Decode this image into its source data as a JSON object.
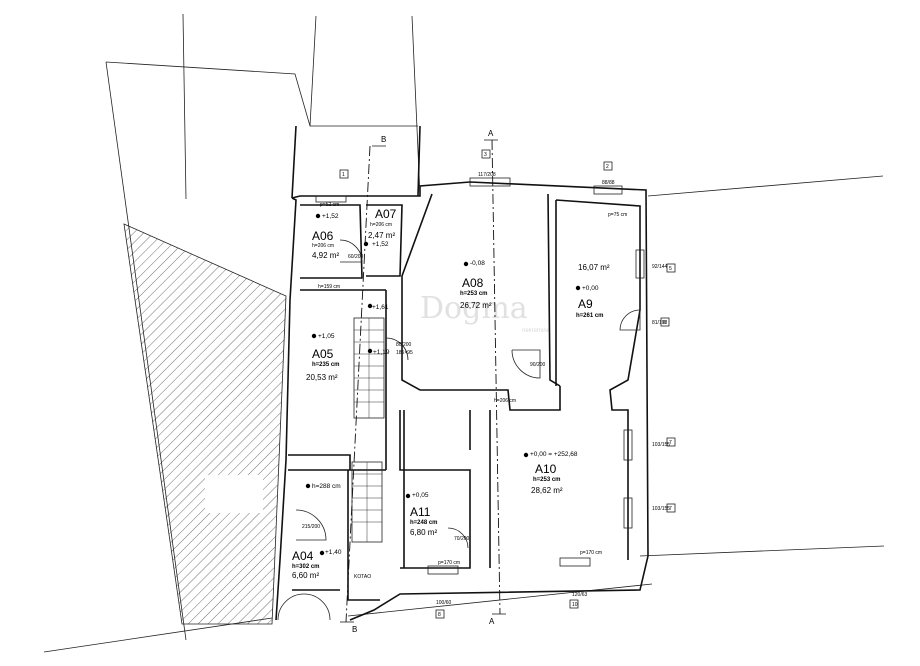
{
  "watermark": {
    "brand": "Dogma",
    "sub": "nekretnine"
  },
  "sections": {
    "a_top": "A",
    "a_bottom": "A",
    "b_top": "B",
    "b_bottom": "B"
  },
  "rooms": [
    {
      "code": "A04",
      "height": "h=302 cm",
      "area": "6,60 m²",
      "level": "+1,40"
    },
    {
      "code": "A05",
      "height": "h=235 cm",
      "area": "20,53 m²",
      "level": "+1,05"
    },
    {
      "code": "A06",
      "height": "h=206 cm",
      "area": "4,92 m²",
      "level": "+1,52"
    },
    {
      "code": "A07",
      "height": "h=206 cm",
      "area": "2,47 m²",
      "level": "+1,52"
    },
    {
      "code": "A08",
      "height": "h=253 cm",
      "area": "26,72 m²",
      "level": "-0,08"
    },
    {
      "code": "A9",
      "height": "h=261 cm",
      "area": "16,07 m²",
      "level": "+0,00"
    },
    {
      "code": "A10",
      "height": "h=253 cm",
      "area": "28,62 m²",
      "level": "+0,00 = +252,68"
    },
    {
      "code": "A11",
      "height": "h=248 cm",
      "area": "6,80 m²",
      "level": "+0,05"
    }
  ],
  "extra_labels": {
    "h159": "h=159 cm",
    "h206": "h=206 cm",
    "h288": "h=288 cm",
    "level_161": "+1,61",
    "level_119": "+1,19",
    "p52": "p=52 cm",
    "p75": "p=75 cm",
    "p170a": "p=170 cm",
    "p170b": "p=170 cm",
    "door_90_200": "90/200",
    "door_80_200": "80/200",
    "door_60_200": "60/200",
    "door_70_200": "70/200",
    "door_185_95": "185×95",
    "win_117_208": "117/208",
    "win_88_88": "88/88",
    "win_92_144": "92/144",
    "win_81_198": "81/198",
    "win_103_155a": "103/155",
    "win_103_155b": "103/155",
    "win_100_60": "100/60",
    "win_120_63": "120/63",
    "win_215_200": "215/200",
    "box_5": "5",
    "box_6": "6",
    "box_7a": "7",
    "box_7b": "7",
    "box_8": "8",
    "box_10": "10",
    "box_3": "3",
    "box_1": "1",
    "box_2": "2",
    "kotao": "KOTAO"
  }
}
